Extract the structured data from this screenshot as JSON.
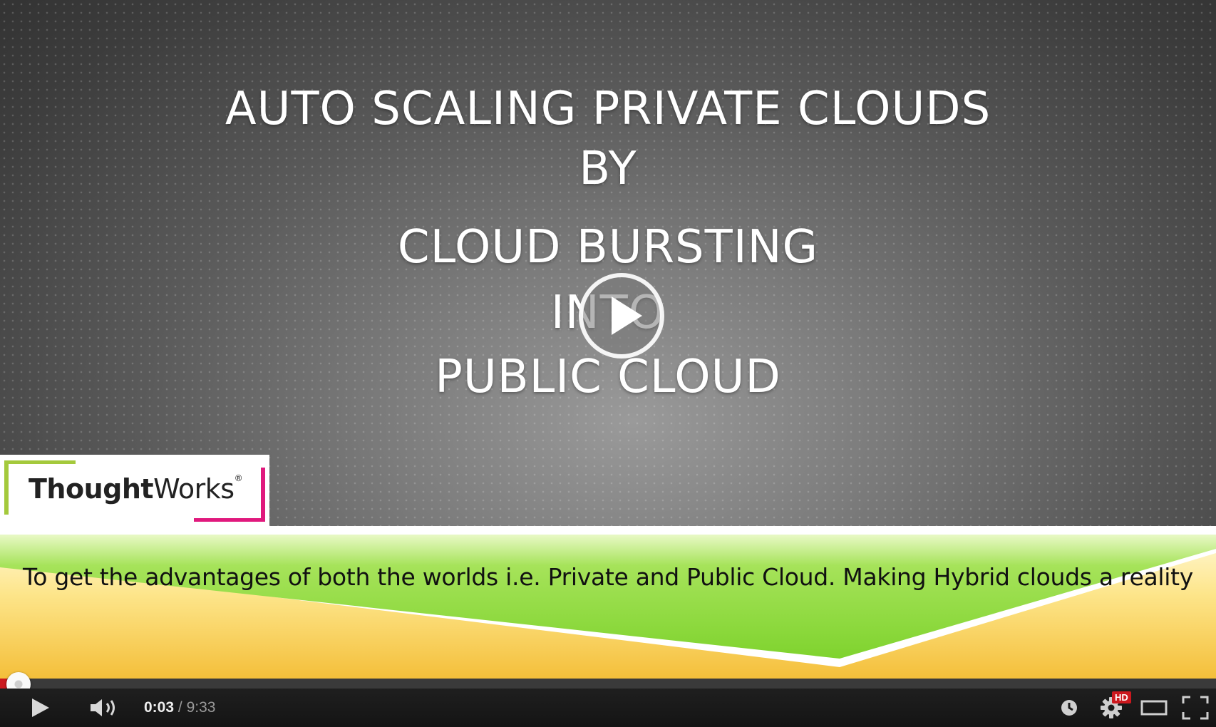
{
  "slide": {
    "title_lines": [
      "AUTO SCALING PRIVATE CLOUDS",
      "BY",
      "CLOUD BURSTING",
      "INTO",
      "PUBLIC CLOUD"
    ],
    "logo_text_bold": "Thought",
    "logo_text_regular": "Works",
    "logo_mark": "®",
    "banner_text": "To get the advantages of both the worlds i.e. Private and Public Cloud. Making Hybrid clouds a reality"
  },
  "player": {
    "current_time": "0:03",
    "time_separator": "/",
    "duration": "9:33",
    "progress_fraction": 0.0053,
    "buffered_fraction": 0.008,
    "quality_badge": "HD",
    "icons": [
      "play-icon",
      "volume-icon",
      "watch-later-icon",
      "settings-icon",
      "theater-mode-icon",
      "fullscreen-icon",
      "big-play-icon"
    ],
    "colors": {
      "progress_red": "#cc181e",
      "hd_badge": "#cc181e",
      "banner_green": "#8fd93a",
      "banner_yellow": "#f6c53a"
    }
  }
}
